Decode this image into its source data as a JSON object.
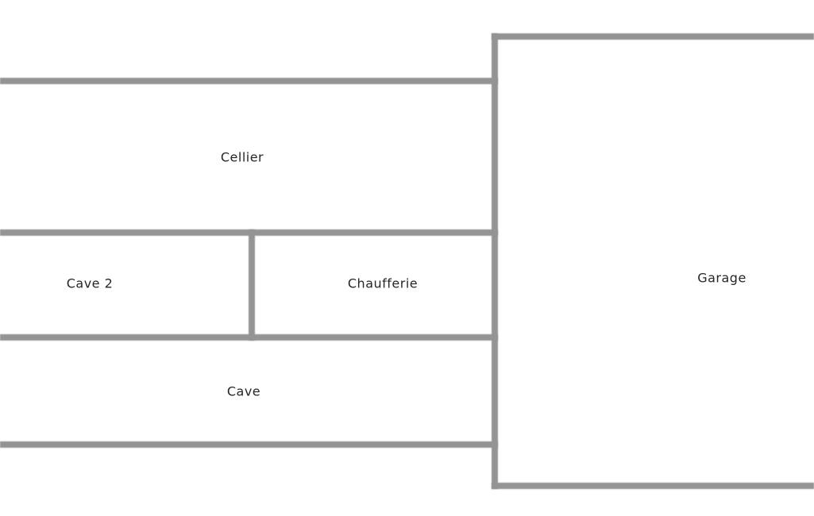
{
  "diagram": {
    "type": "floor-plan",
    "background_color": "#ffffff",
    "wall_color": "#949494",
    "label_color": "#262626",
    "rooms": [
      {
        "name": "cellier",
        "label": "Cellier"
      },
      {
        "name": "cave-2",
        "label": "Cave 2"
      },
      {
        "name": "chaufferie",
        "label": "Chaufferie"
      },
      {
        "name": "cave",
        "label": "Cave"
      },
      {
        "name": "garage",
        "label": "Garage"
      }
    ]
  }
}
